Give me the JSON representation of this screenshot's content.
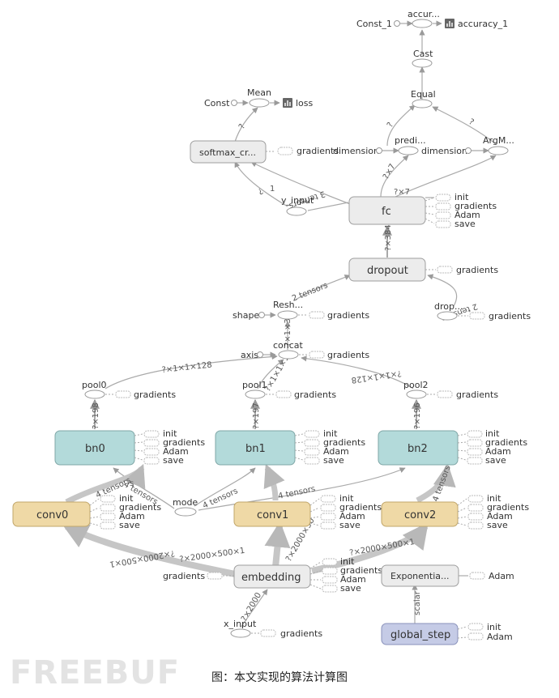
{
  "diagram": {
    "nodes": {
      "const1": "Const_1",
      "accuracy_op": "accur...",
      "accuracy_summary": "accuracy_1",
      "cast": "Cast",
      "equal": "Equal",
      "const": "Const",
      "mean": "Mean",
      "loss_summary": "loss",
      "softmax": "softmax_cr...",
      "predict": "predi...",
      "argmax": "ArgM...",
      "dimension_a": "dimension",
      "dimension_b": "dimension",
      "y_input": "y_input",
      "fc": "fc",
      "dropout": "dropout",
      "drop_small": "drop...",
      "shape": "shape",
      "reshape": "Resh...",
      "axis": "axis",
      "concat": "concat",
      "pool0": "pool0",
      "pool1": "pool1",
      "pool2": "pool2",
      "bn0": "bn0",
      "bn1": "bn1",
      "bn2": "bn2",
      "mode": "mode",
      "conv0": "conv0",
      "conv1": "conv1",
      "conv2": "conv2",
      "embedding": "embedding",
      "exponential": "Exponentia...",
      "global_step": "global_step",
      "x_input": "x_input"
    },
    "aux": {
      "gradients": "gradients",
      "init": "init",
      "adam": "Adam",
      "save": "save"
    },
    "edge_labels": {
      "q7a": "?×7",
      "q7b": "?×7",
      "q384": "?×384",
      "tensors3": "3 tensors",
      "tensors2a": "2 tensors",
      "tensors2b": "2 tensors",
      "tensors4a": "4 tensors",
      "tensors4b": "4 tensors",
      "tensors4c": "4 tensors",
      "tensors4d": "4 tensors",
      "concat_out": "?×1×3",
      "p0": "?×1×1×128",
      "p1": "?×1×1×12",
      "p2": "?×1×1×128",
      "bn0_in": "?×198",
      "bn1_in": "?×197",
      "bn2_in": "?×196",
      "emb_a": "?×2000×500×1",
      "emb_b": "?×2000×500×1",
      "emb_c": "?×2000×500×1",
      "emb_mid": "?×2000×50",
      "xin": "?×2000",
      "scalar": "scalar",
      "q_a": "?",
      "q_b": "?",
      "q_c": "?",
      "q_d": "?",
      "q_e": "?",
      "one": "1",
      "s_mark": "s"
    },
    "caption": "图：本文实现的算法计算图",
    "watermark": "FREEBUF"
  },
  "colors": {
    "grey_node": "#ececec",
    "grey_border": "#9e9e9e",
    "teal_node": "#b3dada",
    "teal_border": "#7fa7a7",
    "tan_node": "#efd9a6",
    "tan_border": "#c1a66a",
    "blue_node": "#c5cbe6",
    "blue_border": "#8a92bb",
    "edge": "#a9a9a9",
    "edge_heavy": "#c4c4c4"
  }
}
